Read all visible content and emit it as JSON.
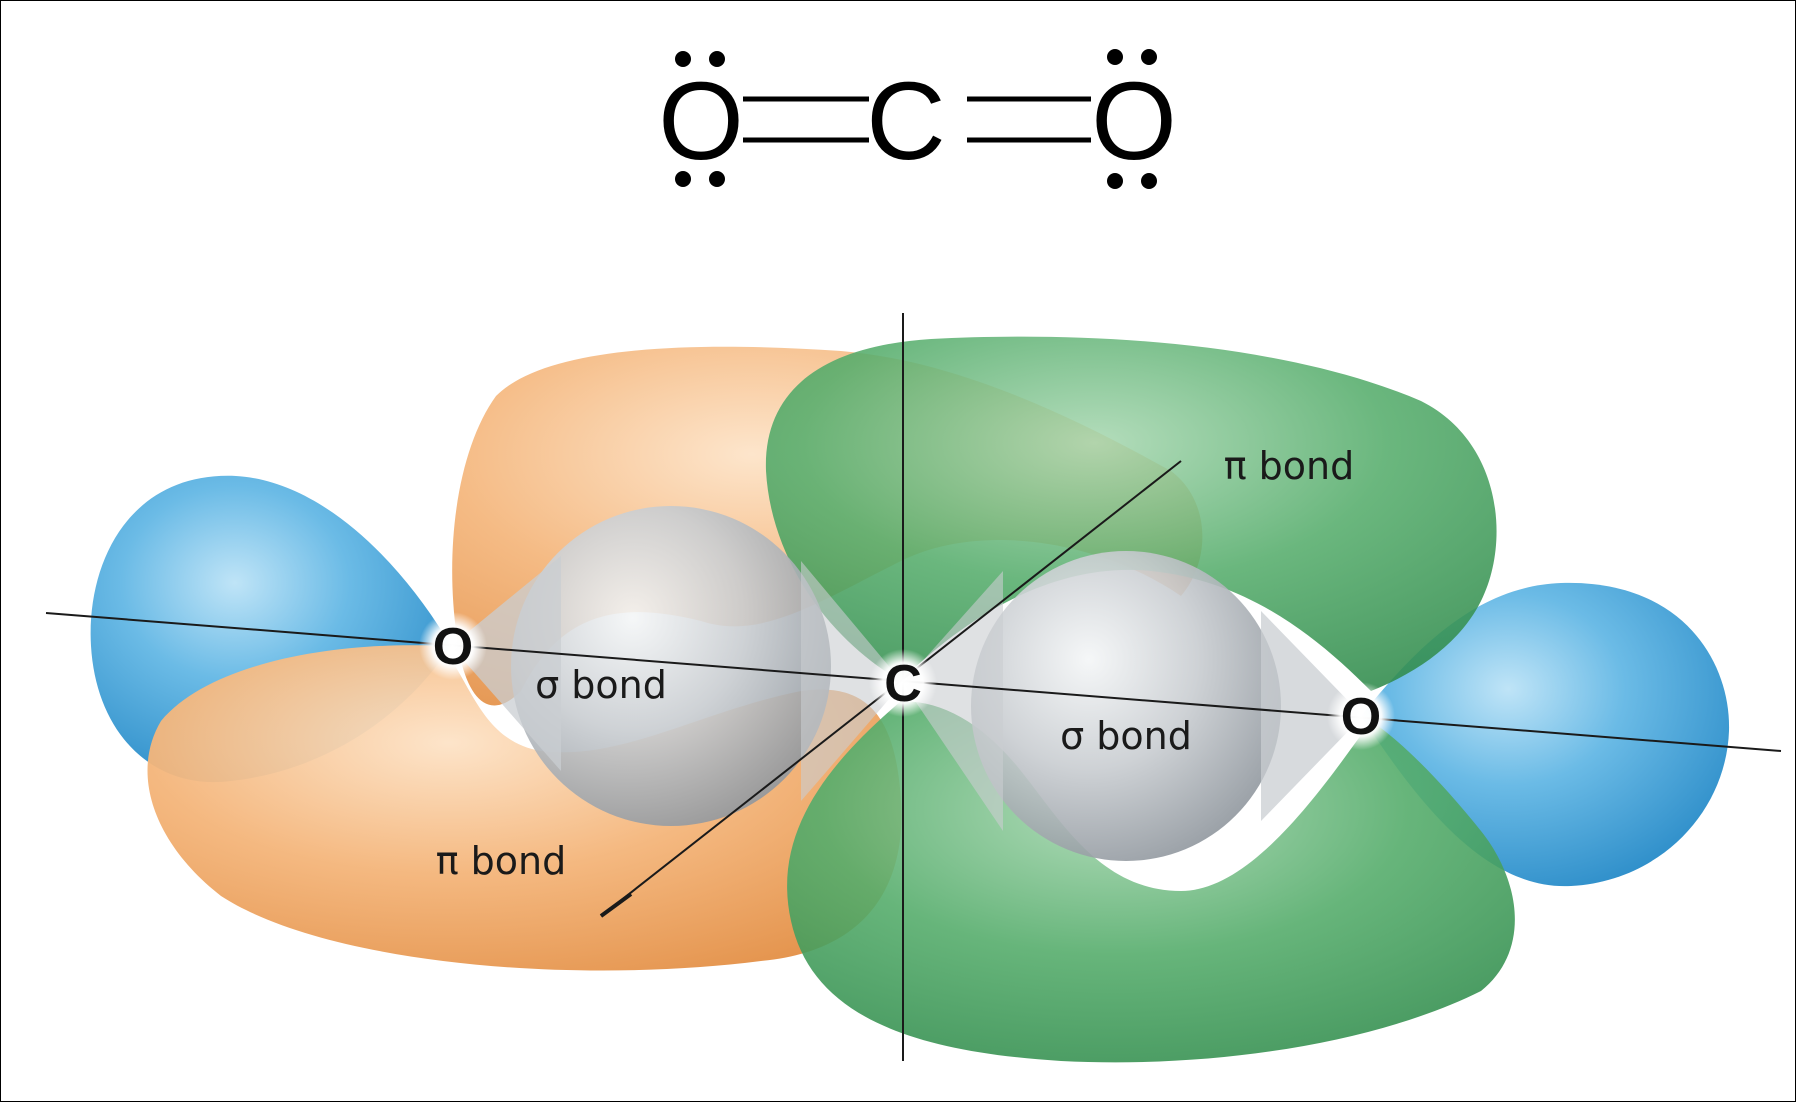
{
  "lewis": {
    "left_atom": "O",
    "center_atom": "C",
    "right_atom": "O"
  },
  "atoms": {
    "left": "O",
    "center": "C",
    "right": "O"
  },
  "bonds": {
    "sigma_left": "σ bond",
    "sigma_right": "σ bond",
    "pi_upper": "π bond",
    "pi_lower": "π bond"
  },
  "colors": {
    "oxygen_lone_pair": "#4aa8dc",
    "pi_orange": "#f2a868",
    "pi_green": "#3f9e5a",
    "sigma_grey": "#c4c8cc",
    "background": "#ffffff"
  }
}
